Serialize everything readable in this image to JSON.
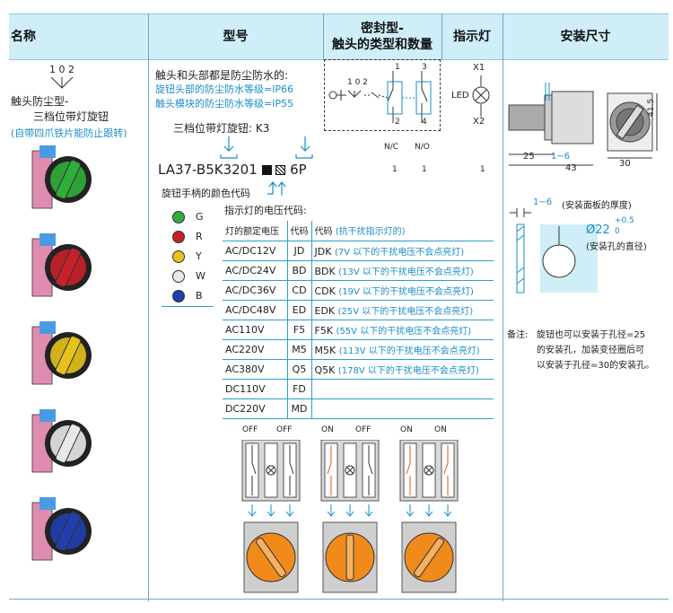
{
  "header": {
    "name": "名称",
    "model": "型号",
    "sealed_line1": "密封型-",
    "sealed_line2": "触头的类型和数量",
    "indicator": "指示灯",
    "mount": "安装尺寸"
  },
  "product": {
    "symbol_digits": "1 0 2",
    "title_line1": "触头防尘型-",
    "title_line2": "三档位带灯旋钮",
    "note": "(自带四爪铁片能防止跟转)"
  },
  "model": {
    "dust_note": "触头和头部都是防尘防水的:",
    "ip_head": "旋钮头部的防尘防水等级=IP66",
    "ip_module": "触头模块的防尘防水等级=IP55",
    "type_label": "三档位带灯旋钮: K3",
    "code_prefix": "LA37-B5K3201",
    "code_suffix": "6P",
    "color_label": "旋钮手柄的颜色代码",
    "voltage_label": "指示灯的电压代码:"
  },
  "contacts": {
    "symbol_digits": "1 0 2",
    "t1": "1",
    "t2": "2",
    "t3": "3",
    "t4": "4",
    "nc_label": "N/C",
    "no_label": "N/O",
    "nc_count": "1",
    "no_count": "1"
  },
  "indicator": {
    "x1": "X1",
    "x2": "X2",
    "led": "LED",
    "count": "1"
  },
  "colors": [
    {
      "code": "G",
      "hex": "#2fae3a",
      "name": "green"
    },
    {
      "code": "R",
      "hex": "#c8202a",
      "name": "red"
    },
    {
      "code": "Y",
      "hex": "#e6c21a",
      "name": "yellow"
    },
    {
      "code": "W",
      "hex": "#e8e8e8",
      "name": "white"
    },
    {
      "code": "B",
      "hex": "#1f3fae",
      "name": "blue"
    }
  ],
  "voltage_table": {
    "headers": [
      "灯的额定电压",
      "代码",
      "代码"
    ],
    "header_note": "(抗干扰指示灯的)",
    "rows": [
      {
        "v": "AC/DC12V",
        "c": "JD",
        "k": "JDK",
        "n": "(7V 以下的干扰电压不会点亮灯)"
      },
      {
        "v": "AC/DC24V",
        "c": "BD",
        "k": "BDK",
        "n": "(13V 以下的干扰电压不会点亮灯)"
      },
      {
        "v": "AC/DC36V",
        "c": "CD",
        "k": "CDK",
        "n": "(19V 以下的干扰电压不会点亮灯)"
      },
      {
        "v": "AC/DC48V",
        "c": "ED",
        "k": "EDK",
        "n": "(25V 以下的干扰电压不会点亮灯)"
      },
      {
        "v": "AC110V",
        "c": "F5",
        "k": "F5K",
        "n": "(55V 以下的干扰电压不会点亮灯)"
      },
      {
        "v": "AC220V",
        "c": "M5",
        "k": "M5K",
        "n": "(113V 以下的干扰电压不会点亮灯)"
      },
      {
        "v": "AC380V",
        "c": "Q5",
        "k": "Q5K",
        "n": "(178V 以下的干扰电压不会点亮灯)"
      },
      {
        "v": "DC110V",
        "c": "FD",
        "k": "",
        "n": ""
      },
      {
        "v": "DC220V",
        "c": "MD",
        "k": "",
        "n": ""
      }
    ]
  },
  "states": [
    {
      "left": "OFF",
      "right": "OFF"
    },
    {
      "left": "ON",
      "right": "OFF"
    },
    {
      "left": "ON",
      "right": "ON"
    }
  ],
  "dims": {
    "h": "41.5",
    "w25": "25",
    "r16": "1~6",
    "w43": "43",
    "w30": "30",
    "panel_thick": "1~6",
    "panel_label": "(安装面板的厚度)",
    "hole_dia": "Ø22",
    "tol_plus": "+0.5",
    "tol_zero": "0",
    "hole_label": "(安装孔的直径)"
  },
  "remark": {
    "prefix": "备注:",
    "line1": "旋钮也可以安装于孔径=25",
    "line2": "的安装孔，加装变径圈后可",
    "line3": "以安装于孔径=30的安装孔。"
  }
}
